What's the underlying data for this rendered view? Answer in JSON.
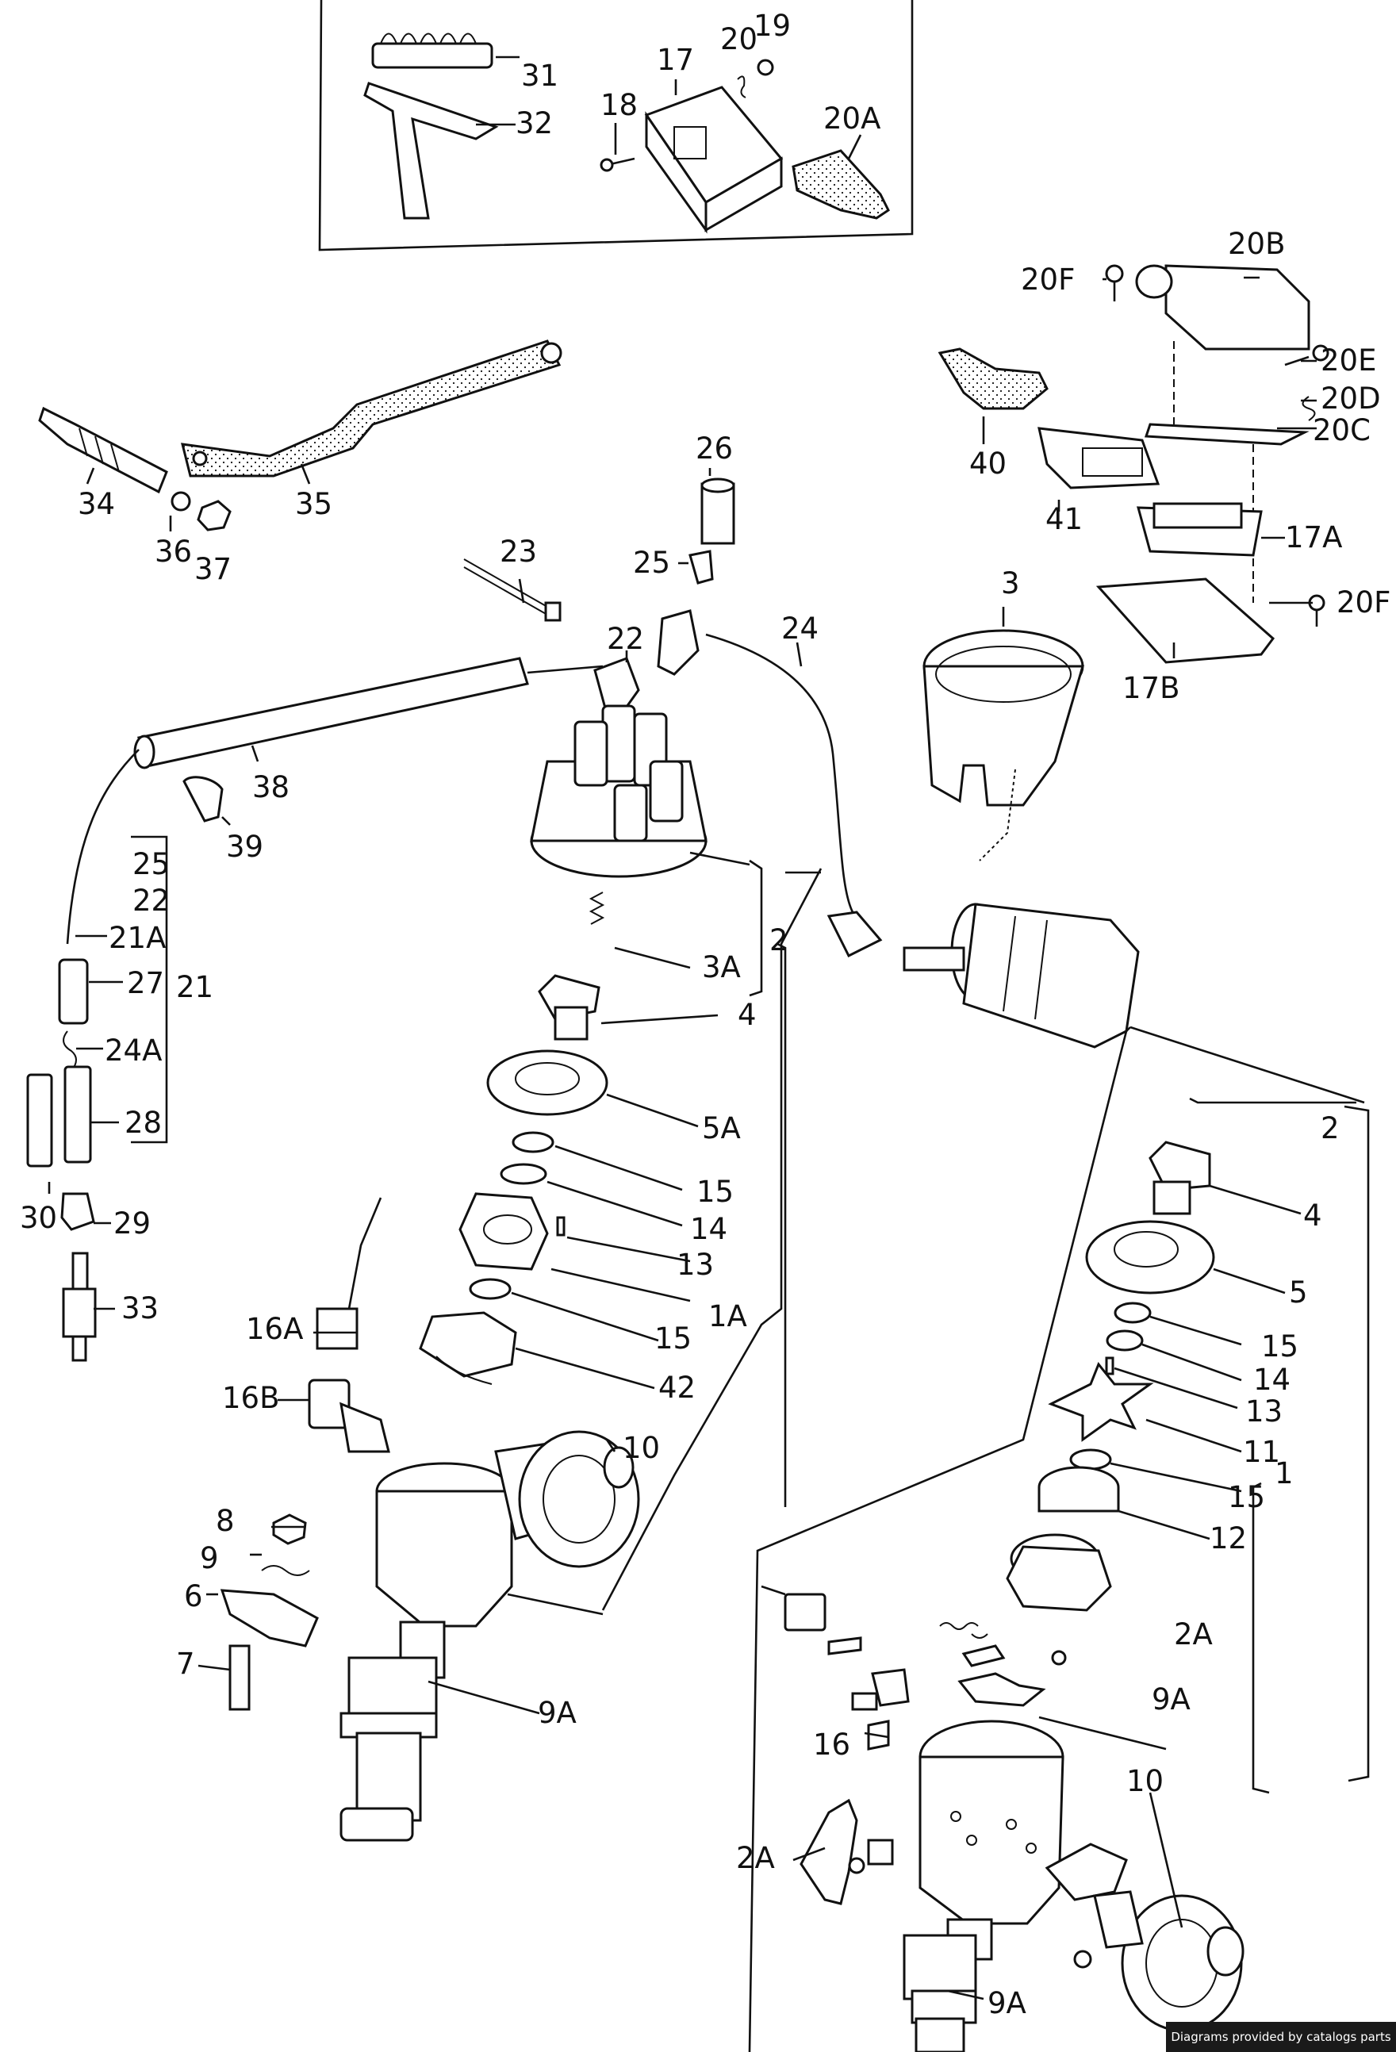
{
  "labels": {
    "l31": "31",
    "l32": "32",
    "l17": "17",
    "l20": "20",
    "l19": "19",
    "l18": "18",
    "l20A": "20A",
    "l20B": "20B",
    "l20F_a": "20F",
    "l20E": "20E",
    "l20D": "20D",
    "l20C": "20C",
    "l17A": "17A",
    "l20F_b": "20F",
    "l17B": "17B",
    "l40": "40",
    "l41": "41",
    "l34": "34",
    "l35": "35",
    "l36": "36",
    "l37": "37",
    "l26": "26",
    "l25": "25",
    "l23": "23",
    "l22": "22",
    "l24": "24",
    "l3": "3",
    "l38": "38",
    "l39": "39",
    "g21_25": "25",
    "g21_22": "22",
    "l21A": "21A",
    "l27": "27",
    "l21": "21",
    "l24A": "24A",
    "l28": "28",
    "l30": "30",
    "l29": "29",
    "l33": "33",
    "l2_left": "2",
    "l3A": "3A",
    "l4_left": "4",
    "l5A": "5A",
    "l15_a": "15",
    "l14_left": "14",
    "l13_left": "13",
    "l1A": "1A",
    "l15_b": "15",
    "l42": "42",
    "l16A": "16A",
    "l16B": "16B",
    "l10_left": "10",
    "l8": "8",
    "l9": "9",
    "l6": "6",
    "l7": "7",
    "l9A_left": "9A",
    "l2_right": "2",
    "l4_right": "4",
    "l5": "5",
    "l15_c": "15",
    "l14_right": "14",
    "l13_right": "13",
    "l11": "11",
    "l15_d": "15",
    "l1": "1",
    "l12": "12",
    "l2A_a": "2A",
    "l9A_a": "9A",
    "l10_right": "10",
    "l16": "16",
    "l2A_b": "2A",
    "l9A_right": "9A"
  },
  "credit": "Diagrams provided by catalogs parts"
}
